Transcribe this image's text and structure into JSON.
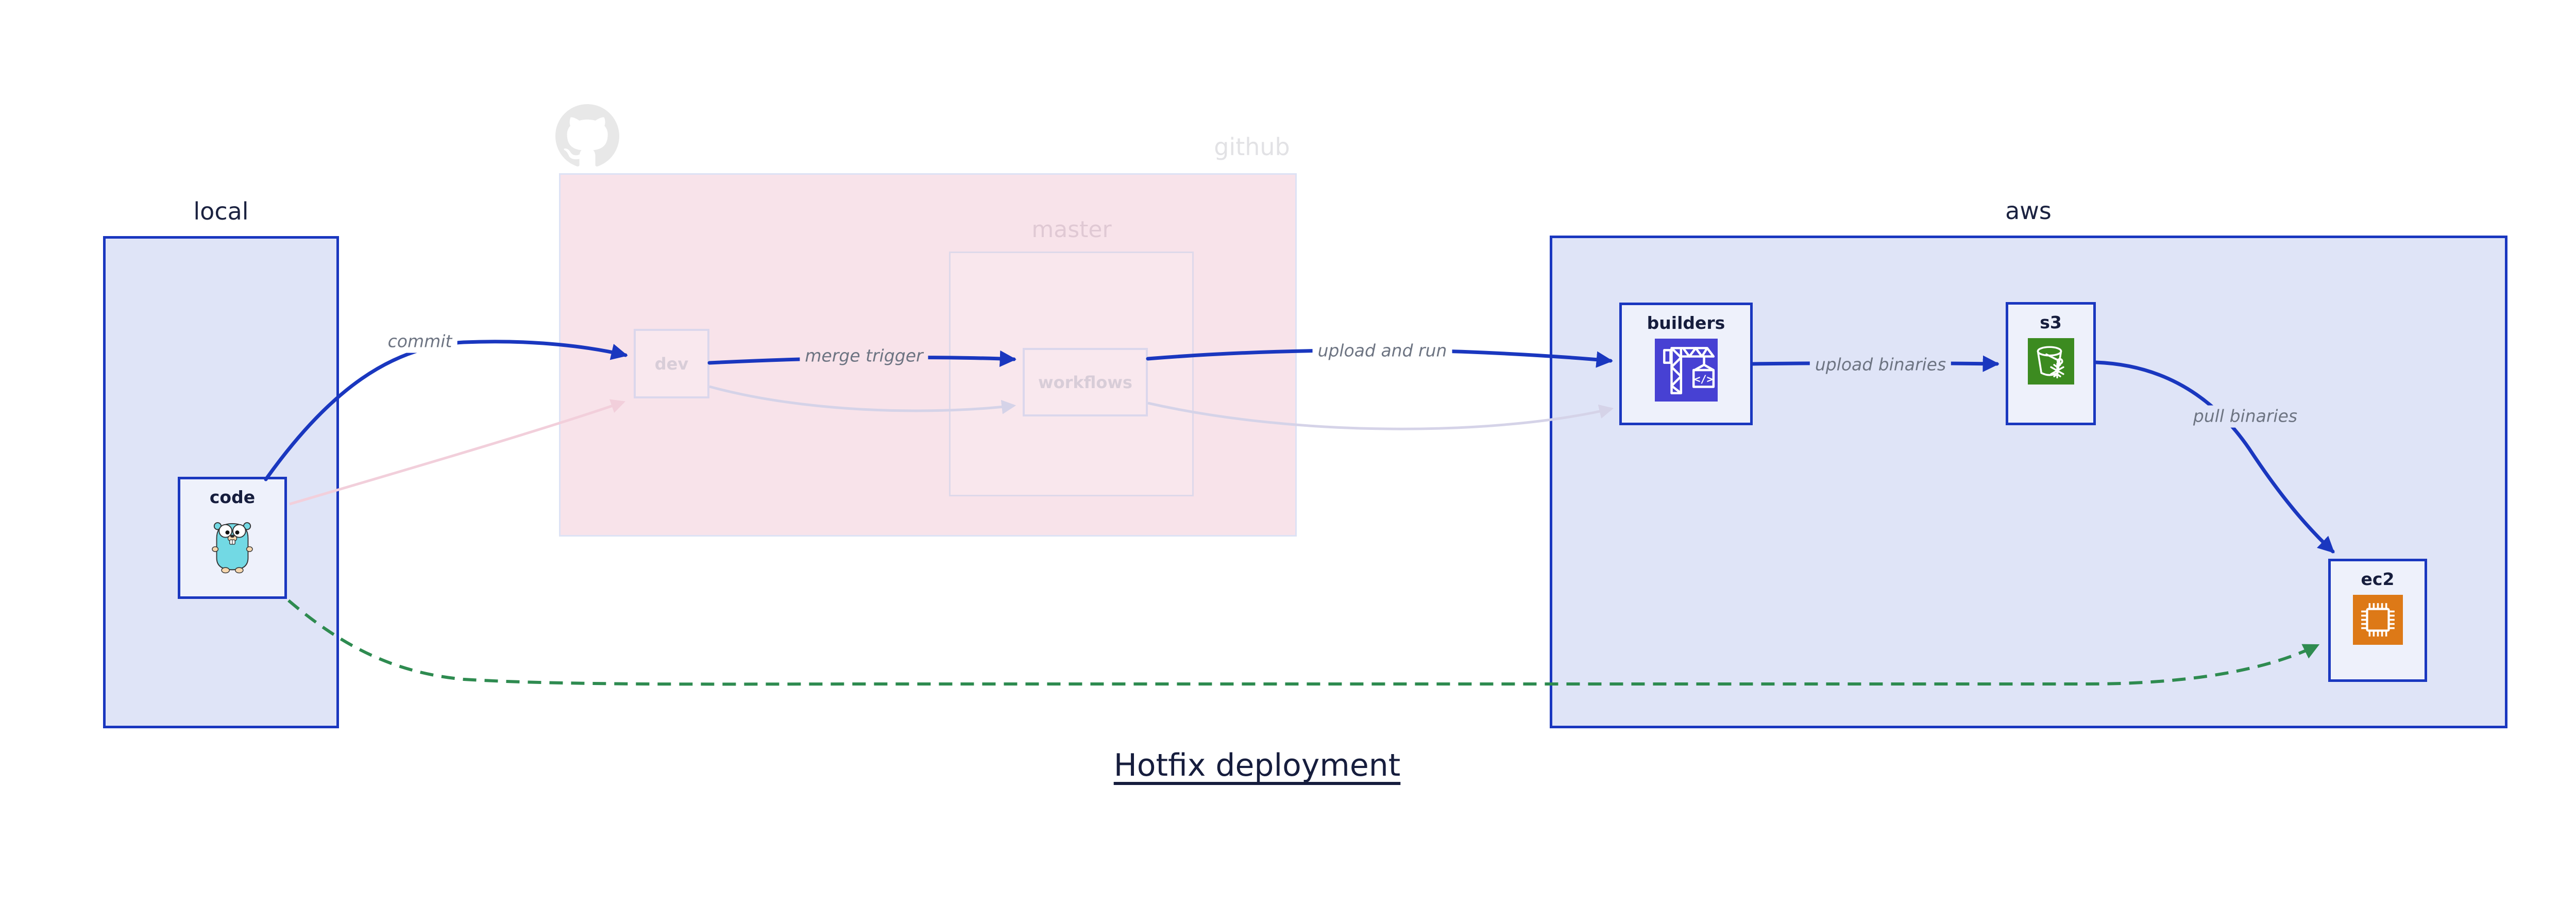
{
  "title": "Hotfix deployment",
  "groups": {
    "local": {
      "label": "local"
    },
    "github": {
      "label": "github",
      "icon": "octocat-icon",
      "master": {
        "label": "master"
      }
    },
    "aws": {
      "label": "aws"
    }
  },
  "nodes": {
    "code": {
      "label": "code",
      "icon": "gopher-icon"
    },
    "dev": {
      "label": "dev"
    },
    "workflows": {
      "label": "workflows"
    },
    "builders": {
      "label": "builders",
      "icon": "crane-icon",
      "icon_bg": "#4741d3"
    },
    "s3": {
      "label": "s3",
      "icon": "glacier-bucket-icon",
      "icon_bg": "#3c8b20"
    },
    "ec2": {
      "label": "ec2",
      "icon": "cpu-chip-icon",
      "icon_bg": "#dd7917"
    }
  },
  "edges": {
    "commit": {
      "label": "commit",
      "style": "solid",
      "color": "#1a37bf"
    },
    "merge_trigger": {
      "label": "merge trigger",
      "style": "solid",
      "color": "#1a37bf"
    },
    "upload_and_run": {
      "label": "upload and run",
      "style": "solid",
      "color": "#1a37bf"
    },
    "upload_binaries": {
      "label": "upload binaries",
      "style": "solid",
      "color": "#1a37bf"
    },
    "pull_binaries": {
      "label": "pull binaries",
      "style": "solid",
      "color": "#1a37bf"
    },
    "hotfix_path": {
      "label": "",
      "style": "dashed",
      "color": "#2e8b50"
    },
    "ghost_commit": {
      "label": "",
      "style": "faded",
      "color": "#f2cfdb"
    },
    "ghost_merge": {
      "label": "",
      "style": "faded",
      "color": "#d5d3e8"
    },
    "ghost_run": {
      "label": "",
      "style": "faded",
      "color": "#d5d3e8"
    }
  },
  "colors": {
    "accent_blue": "#1a37bf",
    "navy_text": "#161d3d",
    "group_fill": "#dfe4f7",
    "node_fill": "#eef1fb",
    "github_fill": "#f8e3ea",
    "faded_border": "#dbd7ec",
    "hotfix_green": "#2e8b50",
    "builders_icon_bg": "#4741d3",
    "s3_icon_bg": "#3c8b20",
    "ec2_icon_bg": "#dd7917",
    "gopher_teal": "#72d9e4"
  }
}
